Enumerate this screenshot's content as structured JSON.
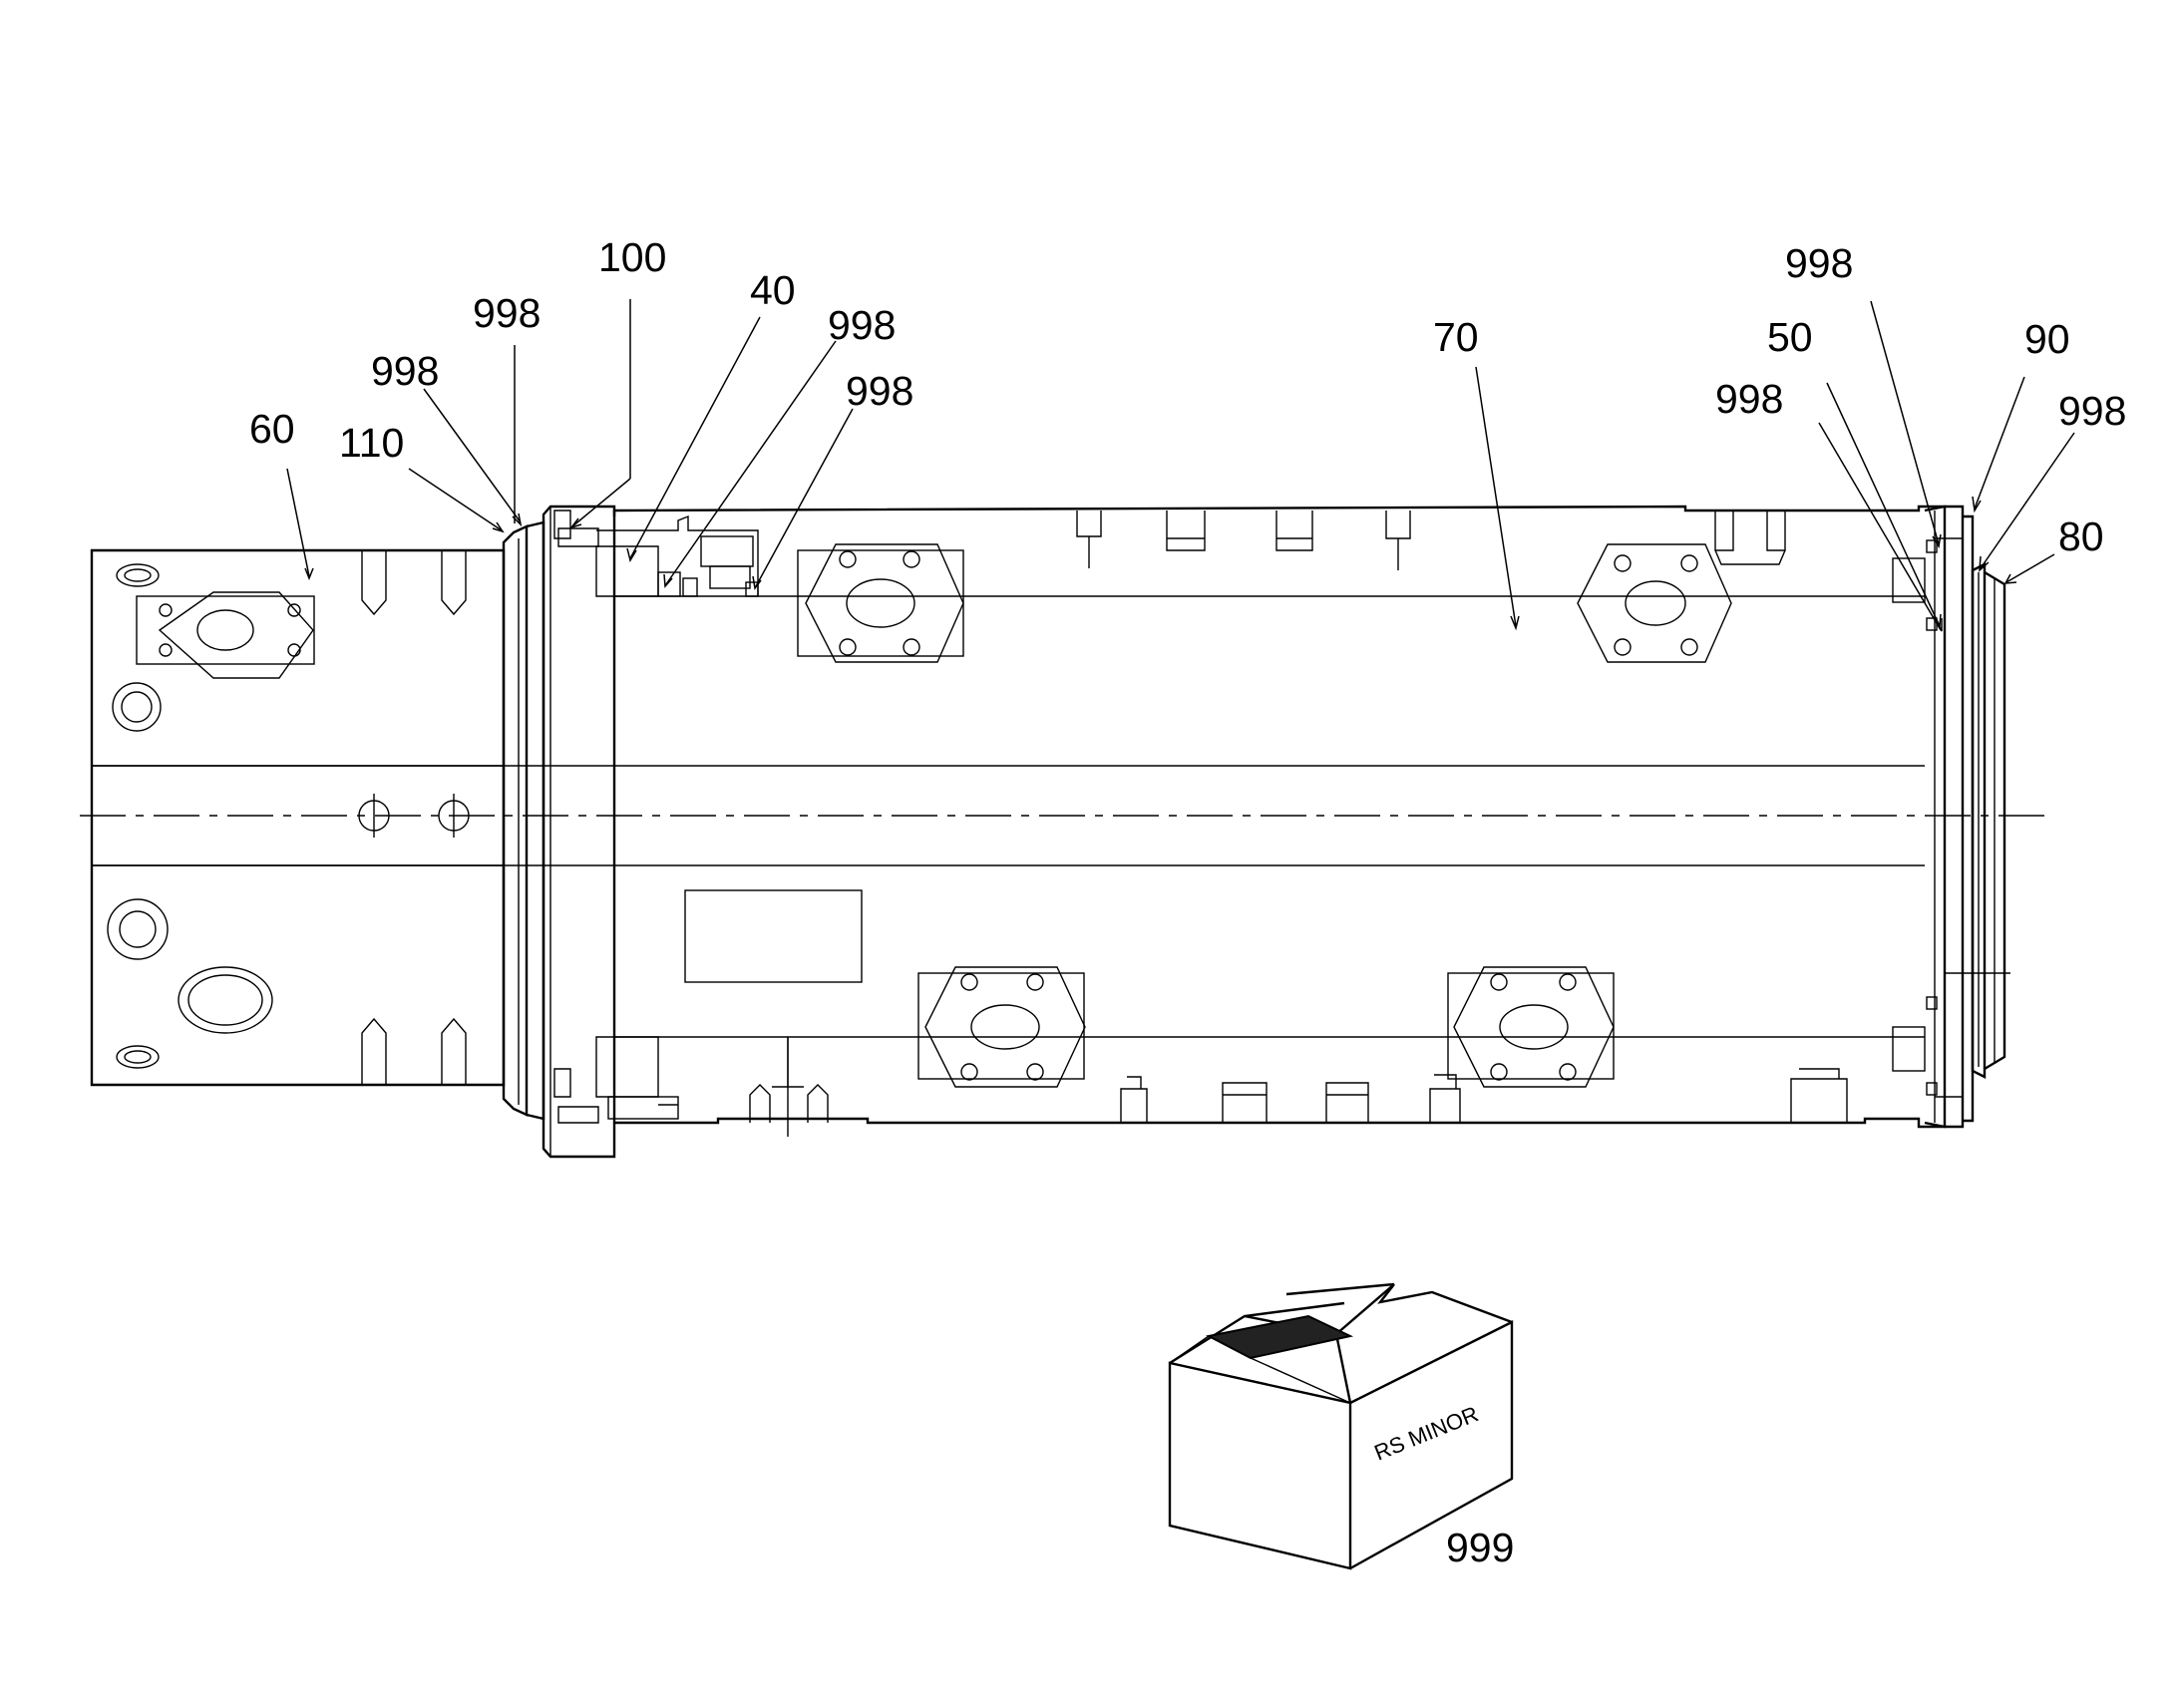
{
  "labels": {
    "l100": "100",
    "l40": "40",
    "l998_top_left": "998",
    "l998_left_a": "998",
    "l998_mid_a": "998",
    "l998_mid_b": "998",
    "l60": "60",
    "l110": "110",
    "l70": "70",
    "l998_top_right": "998",
    "l50": "50",
    "l90": "90",
    "l998_right_a": "998",
    "l998_right_b": "998",
    "l80": "80",
    "l999": "999"
  },
  "box_text": "RS MINOR"
}
